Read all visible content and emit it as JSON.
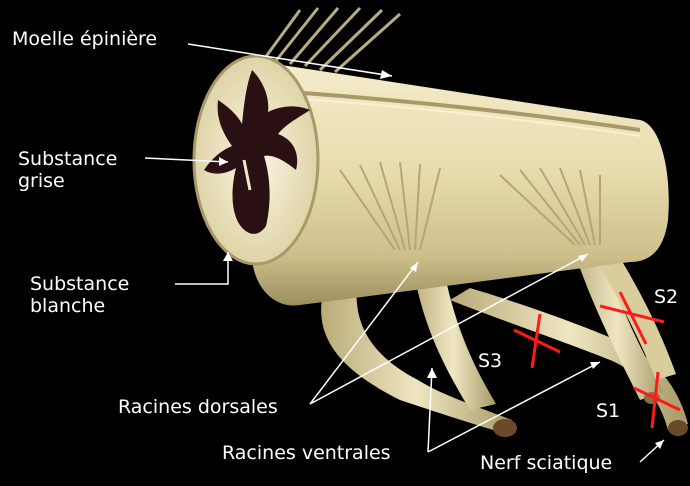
{
  "labels": {
    "spinal_cord": "Moelle épinière",
    "grey_matter_line1": "Substance",
    "grey_matter_line2": "grise",
    "white_matter_line1": "Substance",
    "white_matter_line2": "blanche",
    "dorsal_roots": "Racines dorsales",
    "ventral_roots": "Racines ventrales",
    "sciatic_nerve": "Nerf sciatique",
    "s1": "S1",
    "s2": "S2",
    "s3": "S3"
  },
  "colors": {
    "background": "#000000",
    "tissue": "#ece2ba",
    "tissue_shadow": "#b7a875",
    "grey_matter": "#2a1012",
    "cut_marker": "#ff1a1a",
    "leader_lines": "#ffffff"
  }
}
